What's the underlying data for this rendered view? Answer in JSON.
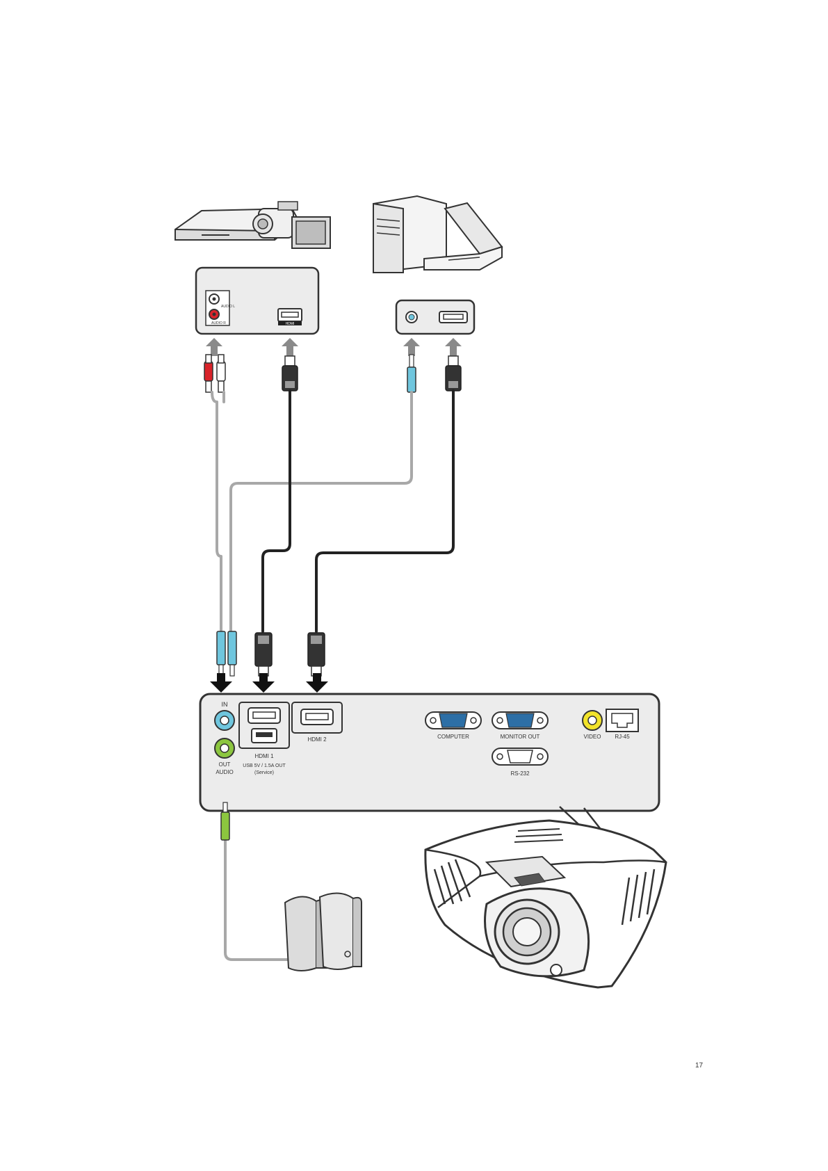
{
  "source_panel": {
    "audio_l_label": "AUDIO L",
    "audio_r_label": "AUDIO R",
    "hdmi_label": "HDMI"
  },
  "projector_panel": {
    "in_label": "IN",
    "hdmi1_label": "HDMI 1",
    "usb_label": "USB 5V / 1.5A OUT",
    "usb_sub_label": "(Service)",
    "hdmi2_label": "HDMI 2",
    "out_label": "OUT",
    "audio_label": "AUDIO",
    "computer_label": "COMPUTER",
    "monitor_out_label": "MONITOR OUT",
    "rs232_label": "RS-232",
    "video_label": "VIDEO",
    "rj45_label": "RJ-45"
  },
  "page": {
    "number": "17"
  },
  "colors": {
    "panel_fill": "#ececec",
    "panel_stroke": "#333333",
    "cable_dark": "#222222",
    "cable_grey": "#a8a8a8",
    "audio_in_blue": "#6fc6de",
    "audio_out_green": "#8cc63f",
    "vga_blue": "#2d6fa6",
    "video_yellow": "#f2e32a",
    "rca_red": "#d9232a",
    "arrow_grey": "#8a8a8a",
    "arrow_black": "#111111"
  }
}
